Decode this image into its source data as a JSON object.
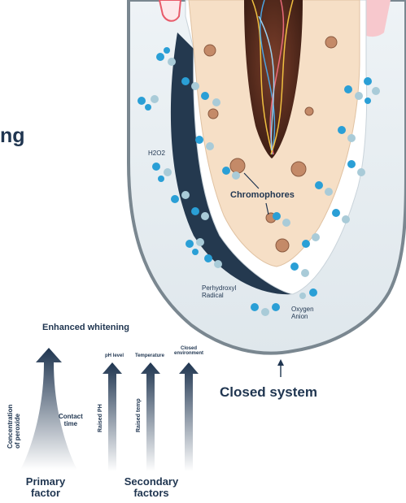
{
  "title_fragment": "ng",
  "tooth": {
    "h2o2_label": "H2O2",
    "chromophores_label": "Chromophores",
    "perhydroxyl_label_line1": "Perhydroxyl",
    "perhydroxyl_label_line2": "Radical",
    "oxygen_label_line1": "Oxygen",
    "oxygen_label_line2": "Anion",
    "closed_system_label": "Closed system"
  },
  "factors": {
    "enhanced_label": "Enhanced whitening",
    "concentration_line1": "Concentration",
    "concentration_line2": "of peroxide",
    "contact_line1": "Contact",
    "contact_line2": "time",
    "primary_line1": "Primary",
    "primary_line2": "factor",
    "ph_top": "pH level",
    "temp_top": "Temperature",
    "closed_top_line1": "Closed",
    "closed_top_line2": "environment",
    "raised_ph": "Raised PH",
    "raised_temp": "Raised temp",
    "secondary_line1": "Secondary",
    "secondary_line2": "factors"
  },
  "colors": {
    "navy": "#1f3550",
    "molecule_blue": "#2a9fd6",
    "molecule_light": "#a9cbd8",
    "dentin": "#f6dfc6",
    "gum": "#e85b6a",
    "enamel_dark": "#24394f"
  }
}
